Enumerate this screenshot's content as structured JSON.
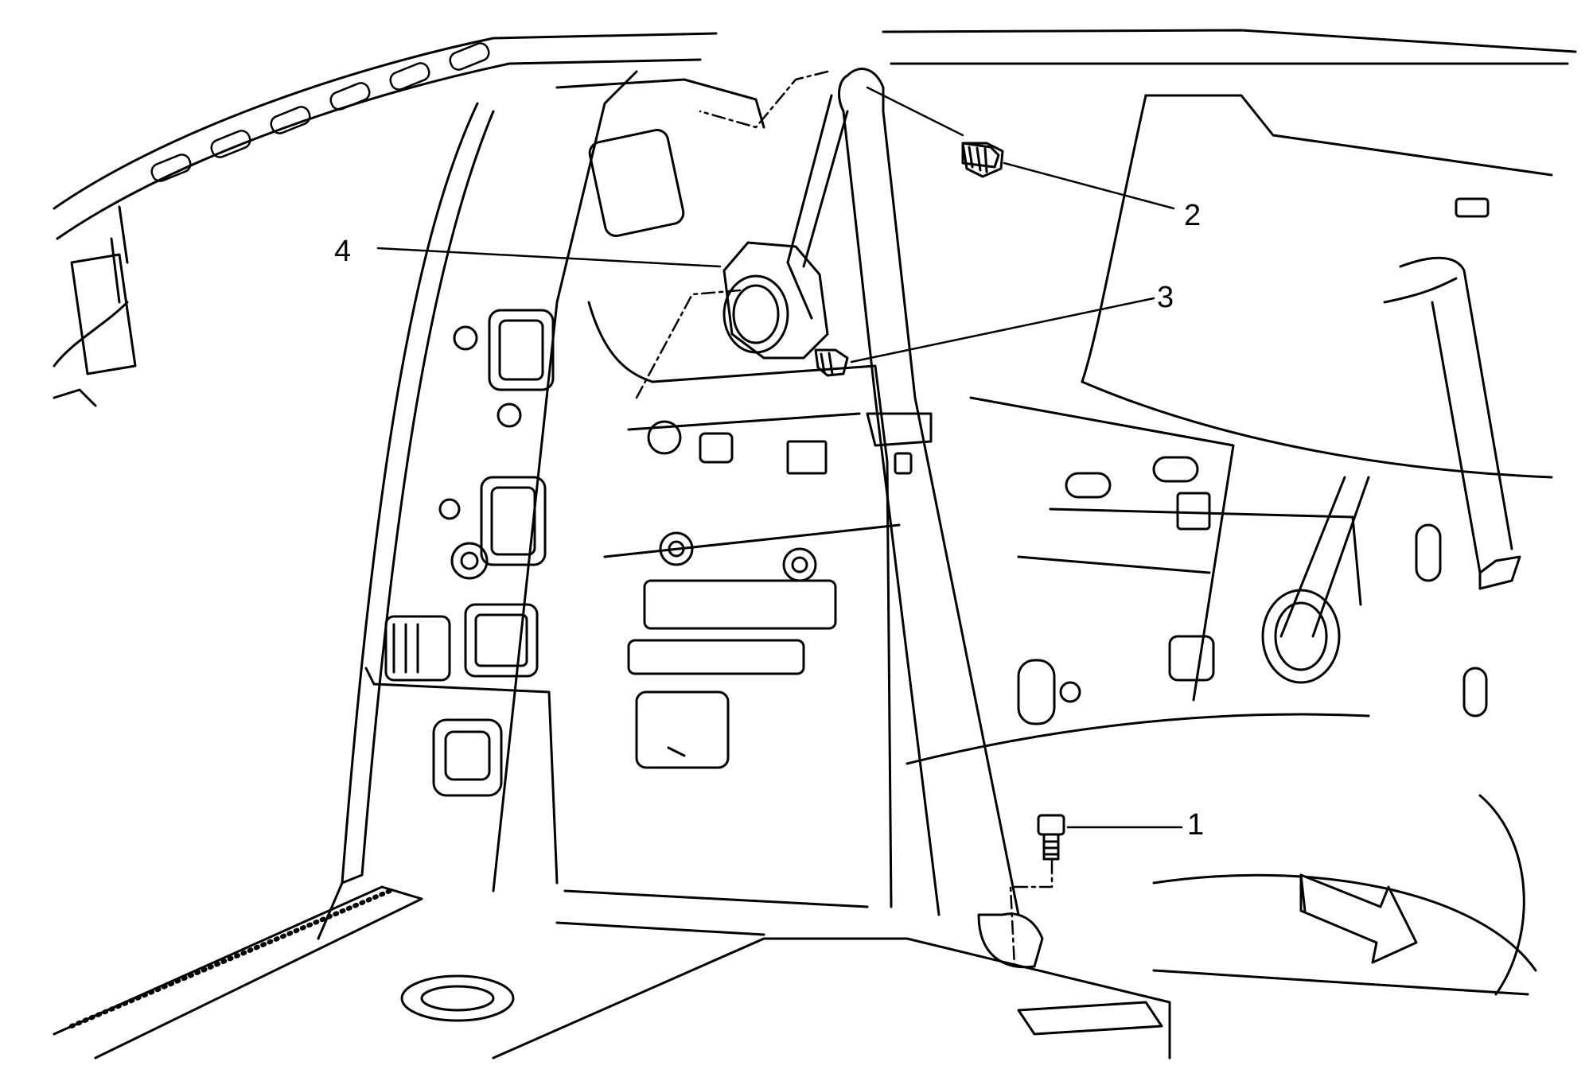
{
  "diagram": {
    "callouts": [
      {
        "id": "1",
        "text": "1"
      },
      {
        "id": "2",
        "text": "2"
      },
      {
        "id": "3",
        "text": "3"
      },
      {
        "id": "4",
        "text": "4"
      }
    ],
    "colors": {
      "line": "#000000",
      "background": "#ffffff"
    },
    "icons": [
      "bolt-icon",
      "direction-arrow-icon"
    ]
  }
}
